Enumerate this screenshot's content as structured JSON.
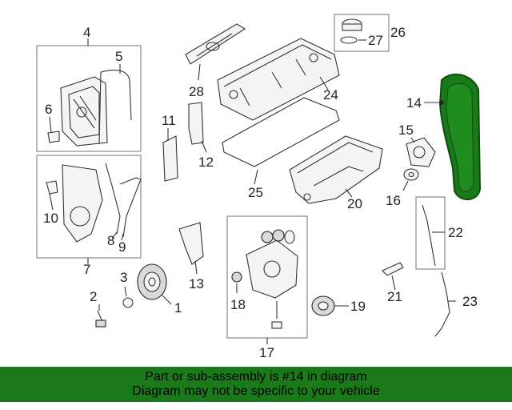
{
  "callouts": {
    "c1": "1",
    "c2": "2",
    "c3": "3",
    "c4": "4",
    "c5": "5",
    "c6": "6",
    "c7": "7",
    "c8": "8",
    "c9": "9",
    "c10": "10",
    "c11": "11",
    "c12": "12",
    "c13": "13",
    "c14": "14",
    "c15": "15",
    "c16": "16",
    "c17": "17",
    "c18": "18",
    "c19": "19",
    "c20": "20",
    "c21": "21",
    "c22": "22",
    "c23": "23",
    "c24": "24",
    "c25": "25",
    "c26": "26",
    "c27": "27",
    "c28": "28"
  },
  "highlight": {
    "part": "14",
    "color": "#1a7a1a"
  },
  "banner": {
    "line1": "Part or sub-assembly is #14 in diagram",
    "line2": "Diagram may not be specific to your vehicle",
    "color": "#1a7a1a"
  }
}
